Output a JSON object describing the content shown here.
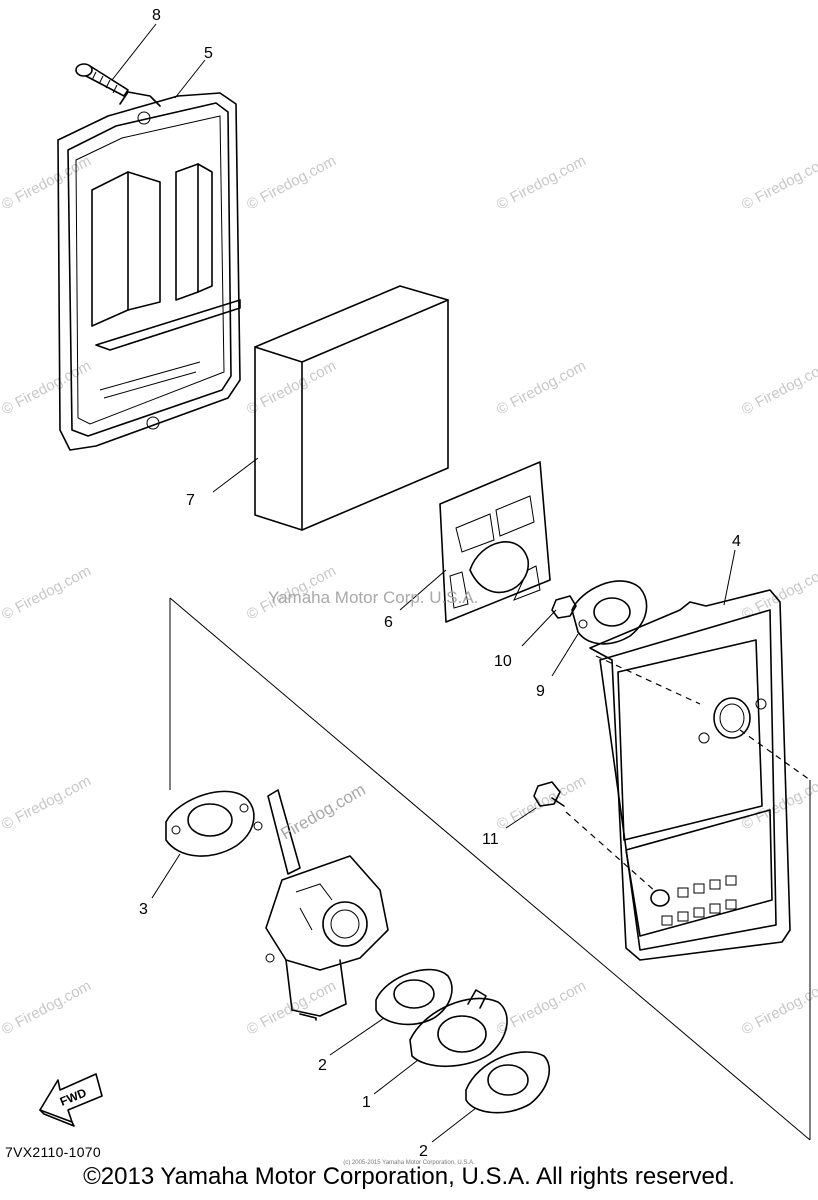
{
  "diagram": {
    "callouts": [
      "8",
      "5",
      "7",
      "6",
      "4",
      "10",
      "9",
      "11",
      "3",
      "2",
      "1",
      "2"
    ],
    "center_watermark": "Yamaha Motor Corp. U.S.A.",
    "watermark": "© Firedog.com",
    "carb_watermark": "Firedog.com",
    "fwd_label": "FWD",
    "diagram_code": "7VX2110-1070",
    "copyright": "©2013 Yamaha Motor Corporation, U.S.A. All rights reserved.",
    "fine_print": "(c) 2005-2015 Yamaha Motor Corporation, U.S.A."
  }
}
